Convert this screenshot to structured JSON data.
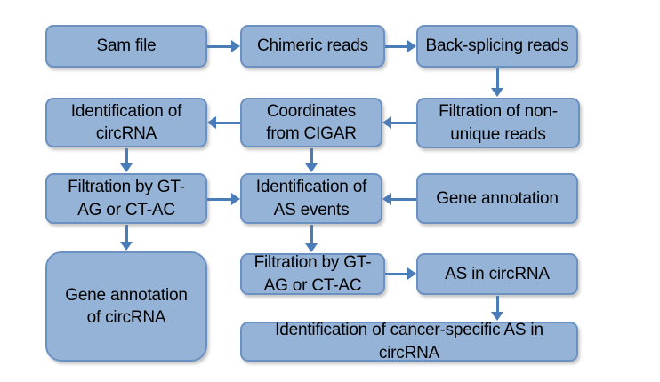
{
  "diagram": {
    "type": "flowchart",
    "colors": {
      "node_fill": "#95b3d7",
      "node_border": "#6b90c2",
      "arrow": "#4a7cb8",
      "text": "#000000",
      "background": "#ffffff"
    },
    "nodes": {
      "sam_file": {
        "label": "Sam file"
      },
      "chimeric_reads": {
        "label": "Chimeric reads"
      },
      "back_splicing_reads": {
        "label": "Back-splicing reads"
      },
      "filtration_non_unique": {
        "label": "Filtration of non-\nunique reads"
      },
      "coordinates_cigar": {
        "label": "Coordinates\nfrom CIGAR"
      },
      "identification_circrna": {
        "label": "Identification of\ncircRNA"
      },
      "filtration_gt_ag_circ": {
        "label": "Filtration by GT-\nAG or CT-AC"
      },
      "identification_as_events": {
        "label": "Identification of\nAS events"
      },
      "gene_annotation": {
        "label": "Gene annotation"
      },
      "gene_annotation_circrna": {
        "label": "Gene annotation\nof circRNA"
      },
      "filtration_gt_ag_as": {
        "label": "Filtration by GT-\nAG or CT-AC"
      },
      "as_in_circrna": {
        "label": "AS in circRNA"
      },
      "cancer_specific_as": {
        "label": "Identification of cancer-specific AS in\ncircRNA"
      }
    },
    "edges": [
      {
        "from": "sam_file",
        "to": "chimeric_reads",
        "direction": "right"
      },
      {
        "from": "chimeric_reads",
        "to": "back_splicing_reads",
        "direction": "right"
      },
      {
        "from": "back_splicing_reads",
        "to": "filtration_non_unique",
        "direction": "down"
      },
      {
        "from": "filtration_non_unique",
        "to": "coordinates_cigar",
        "direction": "left"
      },
      {
        "from": "coordinates_cigar",
        "to": "identification_circrna",
        "direction": "left"
      },
      {
        "from": "identification_circrna",
        "to": "filtration_gt_ag_circ",
        "direction": "down"
      },
      {
        "from": "coordinates_cigar",
        "to": "identification_as_events",
        "direction": "down"
      },
      {
        "from": "filtration_gt_ag_circ",
        "to": "identification_as_events",
        "direction": "right"
      },
      {
        "from": "gene_annotation",
        "to": "identification_as_events",
        "direction": "left"
      },
      {
        "from": "filtration_gt_ag_circ",
        "to": "gene_annotation_circrna",
        "direction": "down"
      },
      {
        "from": "identification_as_events",
        "to": "filtration_gt_ag_as",
        "direction": "down"
      },
      {
        "from": "filtration_gt_ag_as",
        "to": "as_in_circrna",
        "direction": "right"
      },
      {
        "from": "as_in_circrna",
        "to": "cancer_specific_as",
        "direction": "down"
      }
    ]
  }
}
